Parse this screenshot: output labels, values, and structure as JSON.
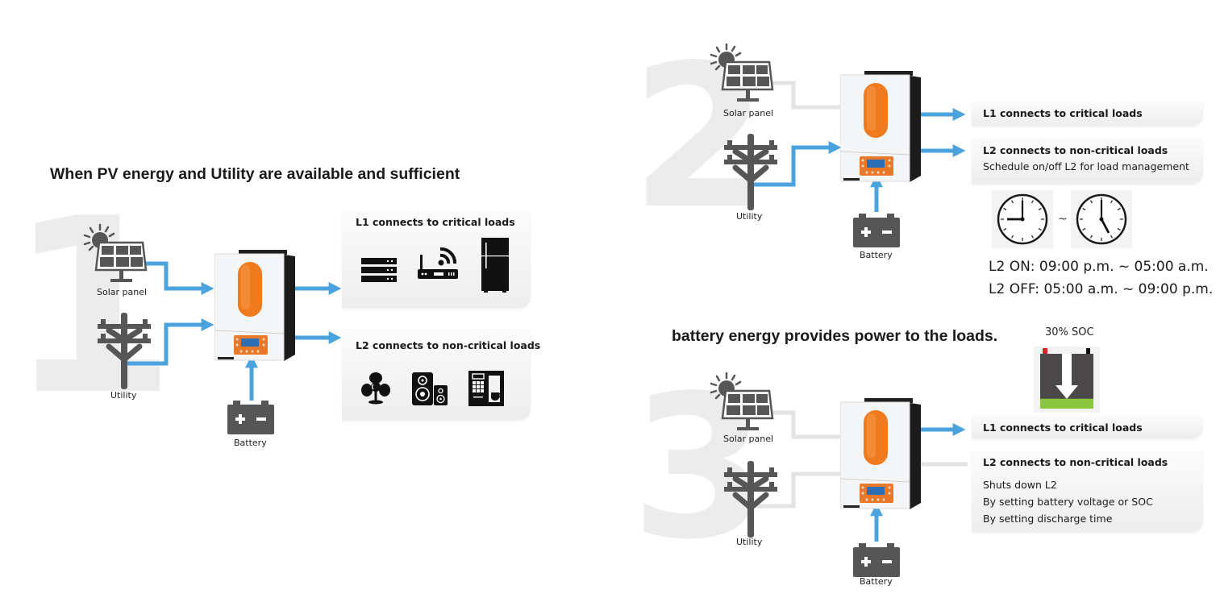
{
  "colors": {
    "flow_active": "#4aa3dc",
    "flow_inactive": "#e3e3e3",
    "icon_gray": "#565656",
    "inverter_orange": "#f07a1e",
    "soc_green": "#8cc63f",
    "big_number": "#ececec"
  },
  "section1": {
    "number": "1",
    "title": "When PV energy and Utility are available and sufficient",
    "sources": {
      "solar_label": "Solar panel",
      "utility_label": "Utility",
      "battery_label": "Battery"
    },
    "l1": {
      "title": "L1 connects to critical loads",
      "devices": [
        "server-icon",
        "router-icon",
        "refrigerator-icon"
      ]
    },
    "l2": {
      "title": "L2 connects to non-critical loads",
      "devices": [
        "fan-icon",
        "speaker-icon",
        "coffee-machine-icon"
      ]
    }
  },
  "section2": {
    "number": "2",
    "sources": {
      "solar_label": "Solar panel",
      "utility_label": "Utility",
      "battery_label": "Battery"
    },
    "l1": {
      "title": "L1 connects to critical loads"
    },
    "l2": {
      "title": "L2 connects to non-critical loads",
      "subtitle": "Schedule on/off L2 for load management"
    },
    "clock_separator": "~",
    "clock_start": "09:00",
    "clock_end": "05:00",
    "schedule_on": "L2 ON: 09:00 p.m. ~ 05:00 a.m.",
    "schedule_off": "L2 OFF: 05:00 a.m. ~ 09:00 p.m."
  },
  "section3": {
    "number": "3",
    "title": "battery energy provides power to the loads.",
    "soc_label": "30% SOC",
    "soc_percent": 30,
    "sources": {
      "solar_label": "Solar panel",
      "utility_label": "Utility",
      "battery_label": "Battery"
    },
    "l1": {
      "title": "L1 connects to critical loads"
    },
    "l2": {
      "title": "L2 connects to non-critical loads",
      "lines": [
        "Shuts down L2",
        "By setting battery voltage or SOC",
        "By setting discharge time"
      ]
    }
  }
}
